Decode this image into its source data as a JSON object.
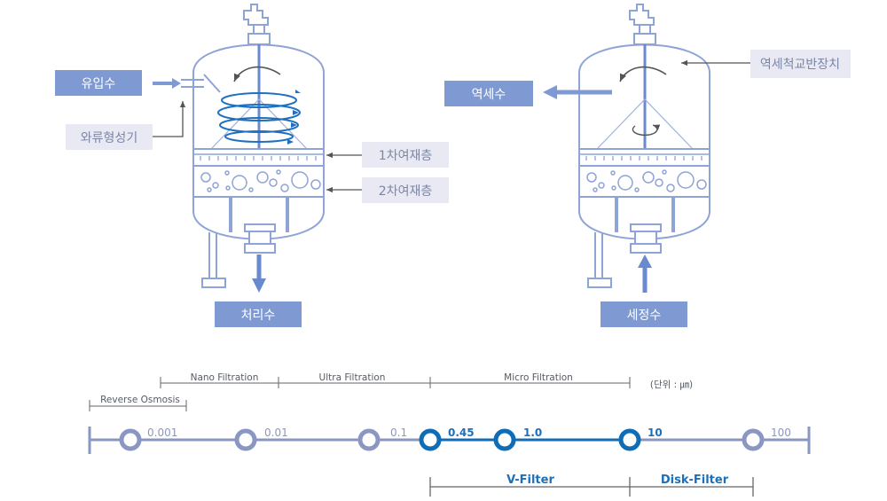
{
  "colors": {
    "vessel": "#8ea3d6",
    "label_dark_bg": "#7f99d2",
    "label_light_bg": "#e9e9f3",
    "swirl": "#1f70c1",
    "scale_gray": "#8a97c2",
    "scale_blue": "#0f6cb6"
  },
  "left_vessel": {
    "inlet": "유입수",
    "vortex": "와류형성기",
    "layer1": "1차여재층",
    "layer2": "2차여재층",
    "outlet": "처리수"
  },
  "right_vessel": {
    "backwash_out": "역세수",
    "agitator": "역세척교반장치",
    "wash_in": "세정수"
  },
  "scale": {
    "unit": "(단위 : ㎛)",
    "categories": {
      "ro": "Reverse Osmosis",
      "nano": "Nano Filtration",
      "ultra": "Ultra Filtration",
      "micro": "Micro Filtration"
    },
    "ticks": [
      "0.001",
      "0.01",
      "0.1",
      "0.45",
      "1.0",
      "10",
      "100"
    ],
    "highlighted_ticks": [
      "0.45",
      "1.0",
      "10"
    ],
    "products": {
      "v_filter": "V-Filter",
      "disk_filter": "Disk-Filter"
    }
  }
}
